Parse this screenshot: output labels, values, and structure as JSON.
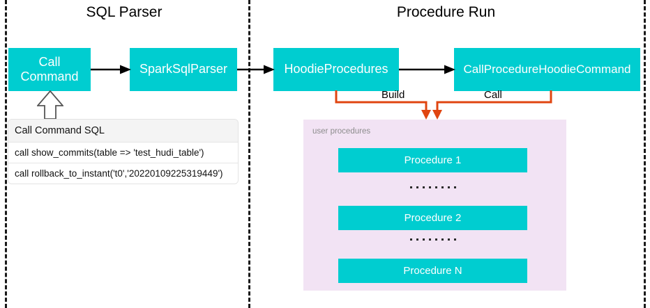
{
  "diagram": {
    "sections": [
      {
        "id": "sql-parser",
        "title": "SQL Parser"
      },
      {
        "id": "procedure-run",
        "title": "Procedure Run"
      }
    ],
    "colors": {
      "box_fill": "#00cdd0",
      "box_text": "#ffffff",
      "panel_fill": "#f2e3f4",
      "connector_orange": "#e04510",
      "flow_arrow": "#000000",
      "divider_dash": "#1a1a1a",
      "panel_label_text": "#8c8c8c"
    },
    "nodes": [
      {
        "id": "call-command",
        "label": "Call\nCommand",
        "section": "sql-parser"
      },
      {
        "id": "spark-sql-parser",
        "label": "SparkSqlParser",
        "section": "sql-parser"
      },
      {
        "id": "hoodie-procedures",
        "label": "HoodieProcedures",
        "section": "procedure-run"
      },
      {
        "id": "call-procedure-hoodie-command",
        "label": "CallProcedureHoodieCommand",
        "section": "procedure-run"
      }
    ],
    "edges": [
      {
        "from": "call-command",
        "to": "spark-sql-parser",
        "label": "",
        "style": "solid-black"
      },
      {
        "from": "spark-sql-parser",
        "to": "hoodie-procedures",
        "label": "",
        "style": "solid-black"
      },
      {
        "from": "hoodie-procedures",
        "to": "call-procedure-hoodie-command",
        "label": "",
        "style": "solid-black"
      },
      {
        "from": "hoodie-procedures",
        "to": "user-procedures",
        "label": "Build",
        "style": "elbow-orange"
      },
      {
        "from": "call-procedure-hoodie-command",
        "to": "user-procedures",
        "label": "Call",
        "style": "elbow-orange"
      },
      {
        "from": "call-command-sql-table",
        "to": "call-command",
        "label": "",
        "style": "hollow-up-arrow"
      }
    ],
    "sql_table": {
      "header": "Call Command SQL",
      "rows": [
        "call show_commits(table => 'test_hudi_table')",
        "call rollback_to_instant('t0','20220109225319449')"
      ]
    },
    "user_procedures_panel": {
      "label": "user procedures",
      "procedures": [
        {
          "label": "Procedure 1"
        },
        {
          "label": "Procedure 2"
        },
        {
          "label": "Procedure N"
        }
      ],
      "separators": [
        {
          "glyph": "dots",
          "count": 8
        },
        {
          "glyph": "dots",
          "count": 8
        }
      ]
    },
    "connector_labels": {
      "build": "Build",
      "call": "Call"
    }
  }
}
